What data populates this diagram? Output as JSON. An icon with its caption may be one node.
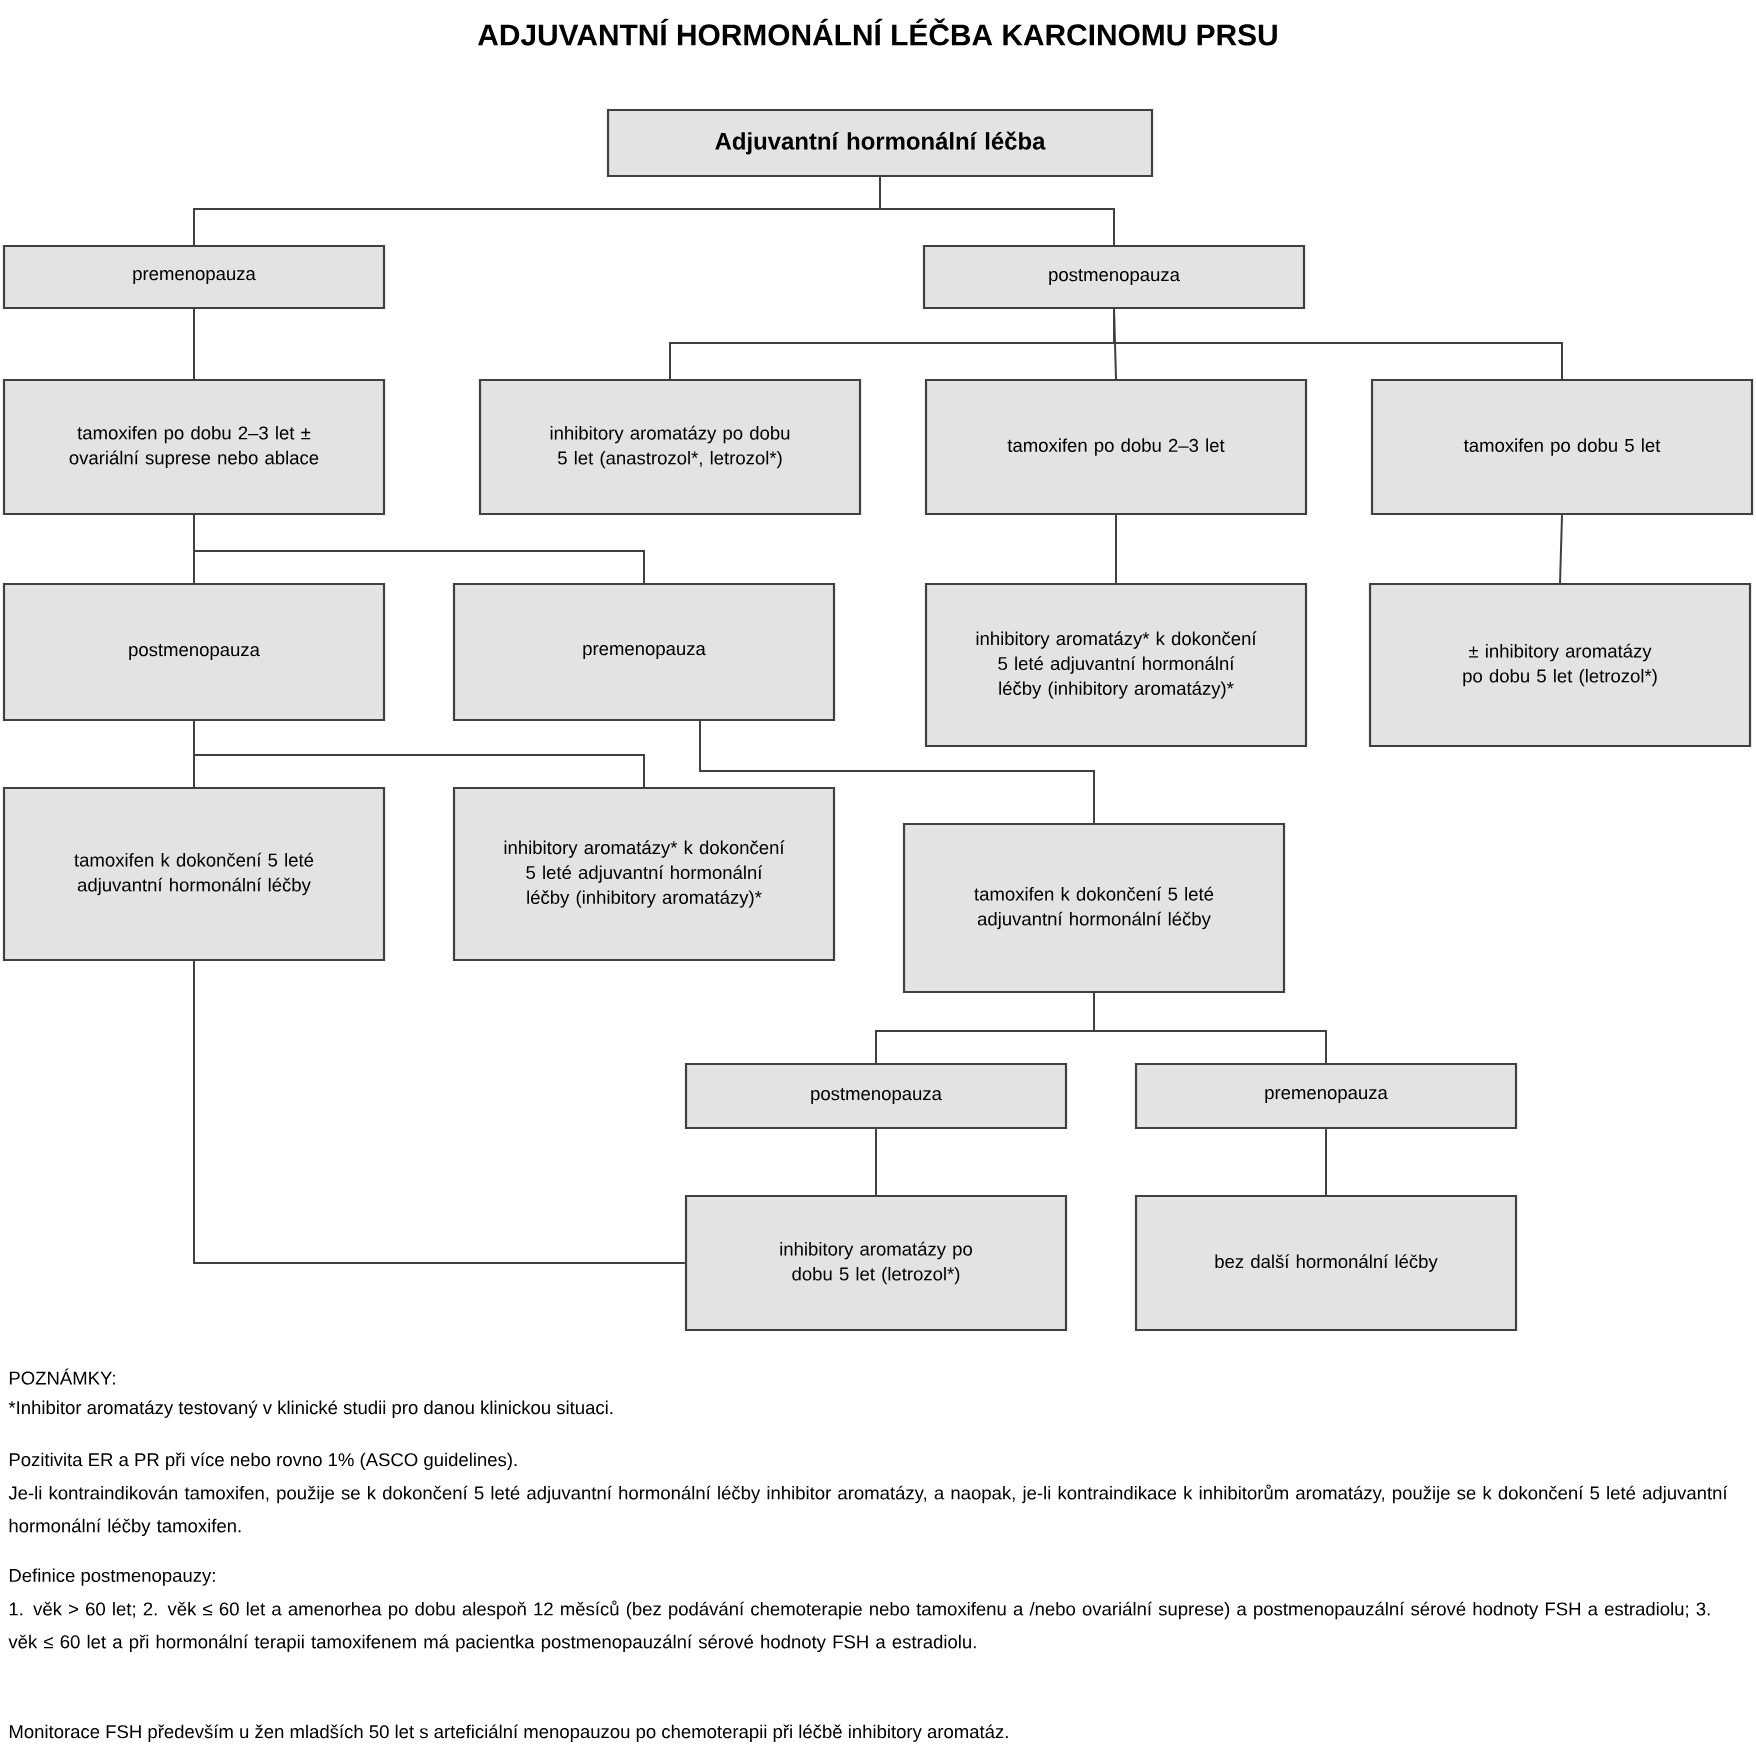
{
  "diagram": {
    "title": "ADJUVANTNÍ HORMONÁLNÍ LÉČBA KARCINOMU PRSU",
    "nodes": [
      {
        "text": [
          "Adjuvantní hormonální léčba"
        ]
      },
      {
        "text": [
          "premenopauza"
        ]
      },
      {
        "text": [
          "postmenopauza"
        ]
      },
      {
        "text": [
          "tamoxifen po dobu 2–3 let ± ovariální suprese nebo ablace"
        ]
      },
      {
        "text": [
          "inhibitory aromatázy po dobu 5 let (anastrozol*, letrozol*)"
        ]
      },
      {
        "text": [
          "tamoxifen po dobu 2–3 let"
        ]
      },
      {
        "text": [
          "tamoxifen po dobu 5 let"
        ]
      },
      {
        "text": [
          "postmenopauza"
        ]
      },
      {
        "text": [
          "premenopauza"
        ]
      },
      {
        "text": [
          "inhibitory aromatázy* k dokončení 5 leté adjuvantní hormonální léčby (inhibitory aromatázy)*"
        ]
      },
      {
        "text": [
          "± inhibitory aromatázy po dobu 5 let (letrozol*)"
        ]
      },
      {
        "text": [
          "tamoxifen k dokončení 5 leté adjuvantní hormonální léčby"
        ]
      },
      {
        "text": [
          "inhibitory aromatázy* k dokončení 5 leté adjuvantní hormonální léčby (inhibitory aromatázy)*"
        ]
      },
      {
        "text": [
          "tamoxifen k dokončení 5 leté adjuvantní hormonální léčby"
        ]
      },
      {
        "text": [
          "postmenopauza"
        ]
      },
      {
        "text": [
          "premenopauza"
        ]
      },
      {
        "text": [
          "inhibitory aromatázy po dobu 5 let (letrozol*)"
        ]
      },
      {
        "text": [
          "bez další hormonální léčby"
        ]
      }
    ],
    "edges": [
      {
        "from": 0,
        "to": 1,
        "arrow": "none"
      },
      {
        "from": 0,
        "to": 2,
        "arrow": "none"
      },
      {
        "from": 1,
        "to": 3,
        "arrow": "none"
      },
      {
        "from": 2,
        "to": 4,
        "arrow": "none"
      },
      {
        "from": 2,
        "to": 5,
        "arrow": "none"
      },
      {
        "from": 2,
        "to": 6,
        "arrow": "none"
      },
      {
        "from": 3,
        "to": 7,
        "arrow": "none"
      },
      {
        "from": 3,
        "to": 8,
        "arrow": "none"
      },
      {
        "from": 5,
        "to": 9,
        "arrow": "none"
      },
      {
        "from": 6,
        "to": 10,
        "arrow": "none"
      },
      {
        "from": 7,
        "to": 11,
        "arrow": "none"
      },
      {
        "from": 7,
        "to": 12,
        "arrow": "none"
      },
      {
        "from": 8,
        "to": 13,
        "arrow": "none"
      },
      {
        "from": 13,
        "to": 14,
        "arrow": "none"
      },
      {
        "from": 13,
        "to": 15,
        "arrow": "none"
      },
      {
        "from": 14,
        "to": 16,
        "arrow": "none"
      },
      {
        "from": 15,
        "to": 17,
        "arrow": "none"
      },
      {
        "from": 11,
        "to": 16,
        "arrow": "none"
      }
    ],
    "labels": [
      "POZNÁMKY:",
      "*Inhibitor aromatázy testovaný v klinické studii pro danou klinickou situaci.",
      "Pozitivita ER a PR při více nebo rovno 1% (ASCO guidelines).",
      "Je-li kontraindikován tamoxifen, použije se k dokončení 5 leté adjuvantní hormonální léčby inhibitor aromatázy, a naopak, je-li kontraindikace k inhibitorům aromatázy, použije se k dokončení 5 leté adjuvantní hormonální léčby tamoxifen.",
      "Definice postmenopauzy:",
      "1. věk > 60 let; 2. věk ≤ 60 let a amenorhea po dobu alespoň 12 měsíců (bez podávání chemoterapie nebo tamoxifenu a /nebo ovariální suprese) a postmenopauzální sérové hodnoty FSH a estradiolu; 3. věk ≤ 60 let a při hormonální terapii tamoxifenem má pacientka postmenopauzální sérové hodnoty FSH a estradiolu.",
      "Monitorace FSH především u žen mladších 50 let s arteficiální menopauzou po chemoterapii při léčbě inhibitory aromatáz."
    ]
  }
}
